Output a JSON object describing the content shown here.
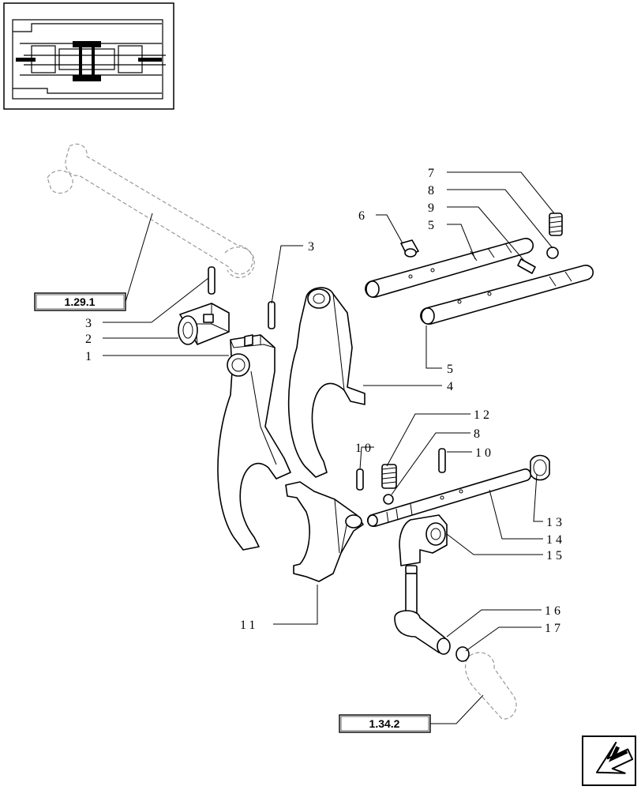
{
  "callouts": {
    "c1": "1",
    "c2": "2",
    "c3a": "3",
    "c3b": "3",
    "c4": "4",
    "c5a": "5",
    "c5b": "5",
    "c6": "6",
    "c7": "7",
    "c8a": "8",
    "c8b": "8",
    "c9": "9",
    "c10a": "10",
    "c10b": "10",
    "c11": "11",
    "c12": "12",
    "c13": "13",
    "c14": "14",
    "c15": "15",
    "c16": "16",
    "c17": "17"
  },
  "reference_boxes": {
    "ref_top": "1.29.1",
    "ref_bottom": "1.34.2"
  },
  "icons": {
    "nav": "arrow-back-icon",
    "thumbnail": "transmission-locator-icon"
  }
}
